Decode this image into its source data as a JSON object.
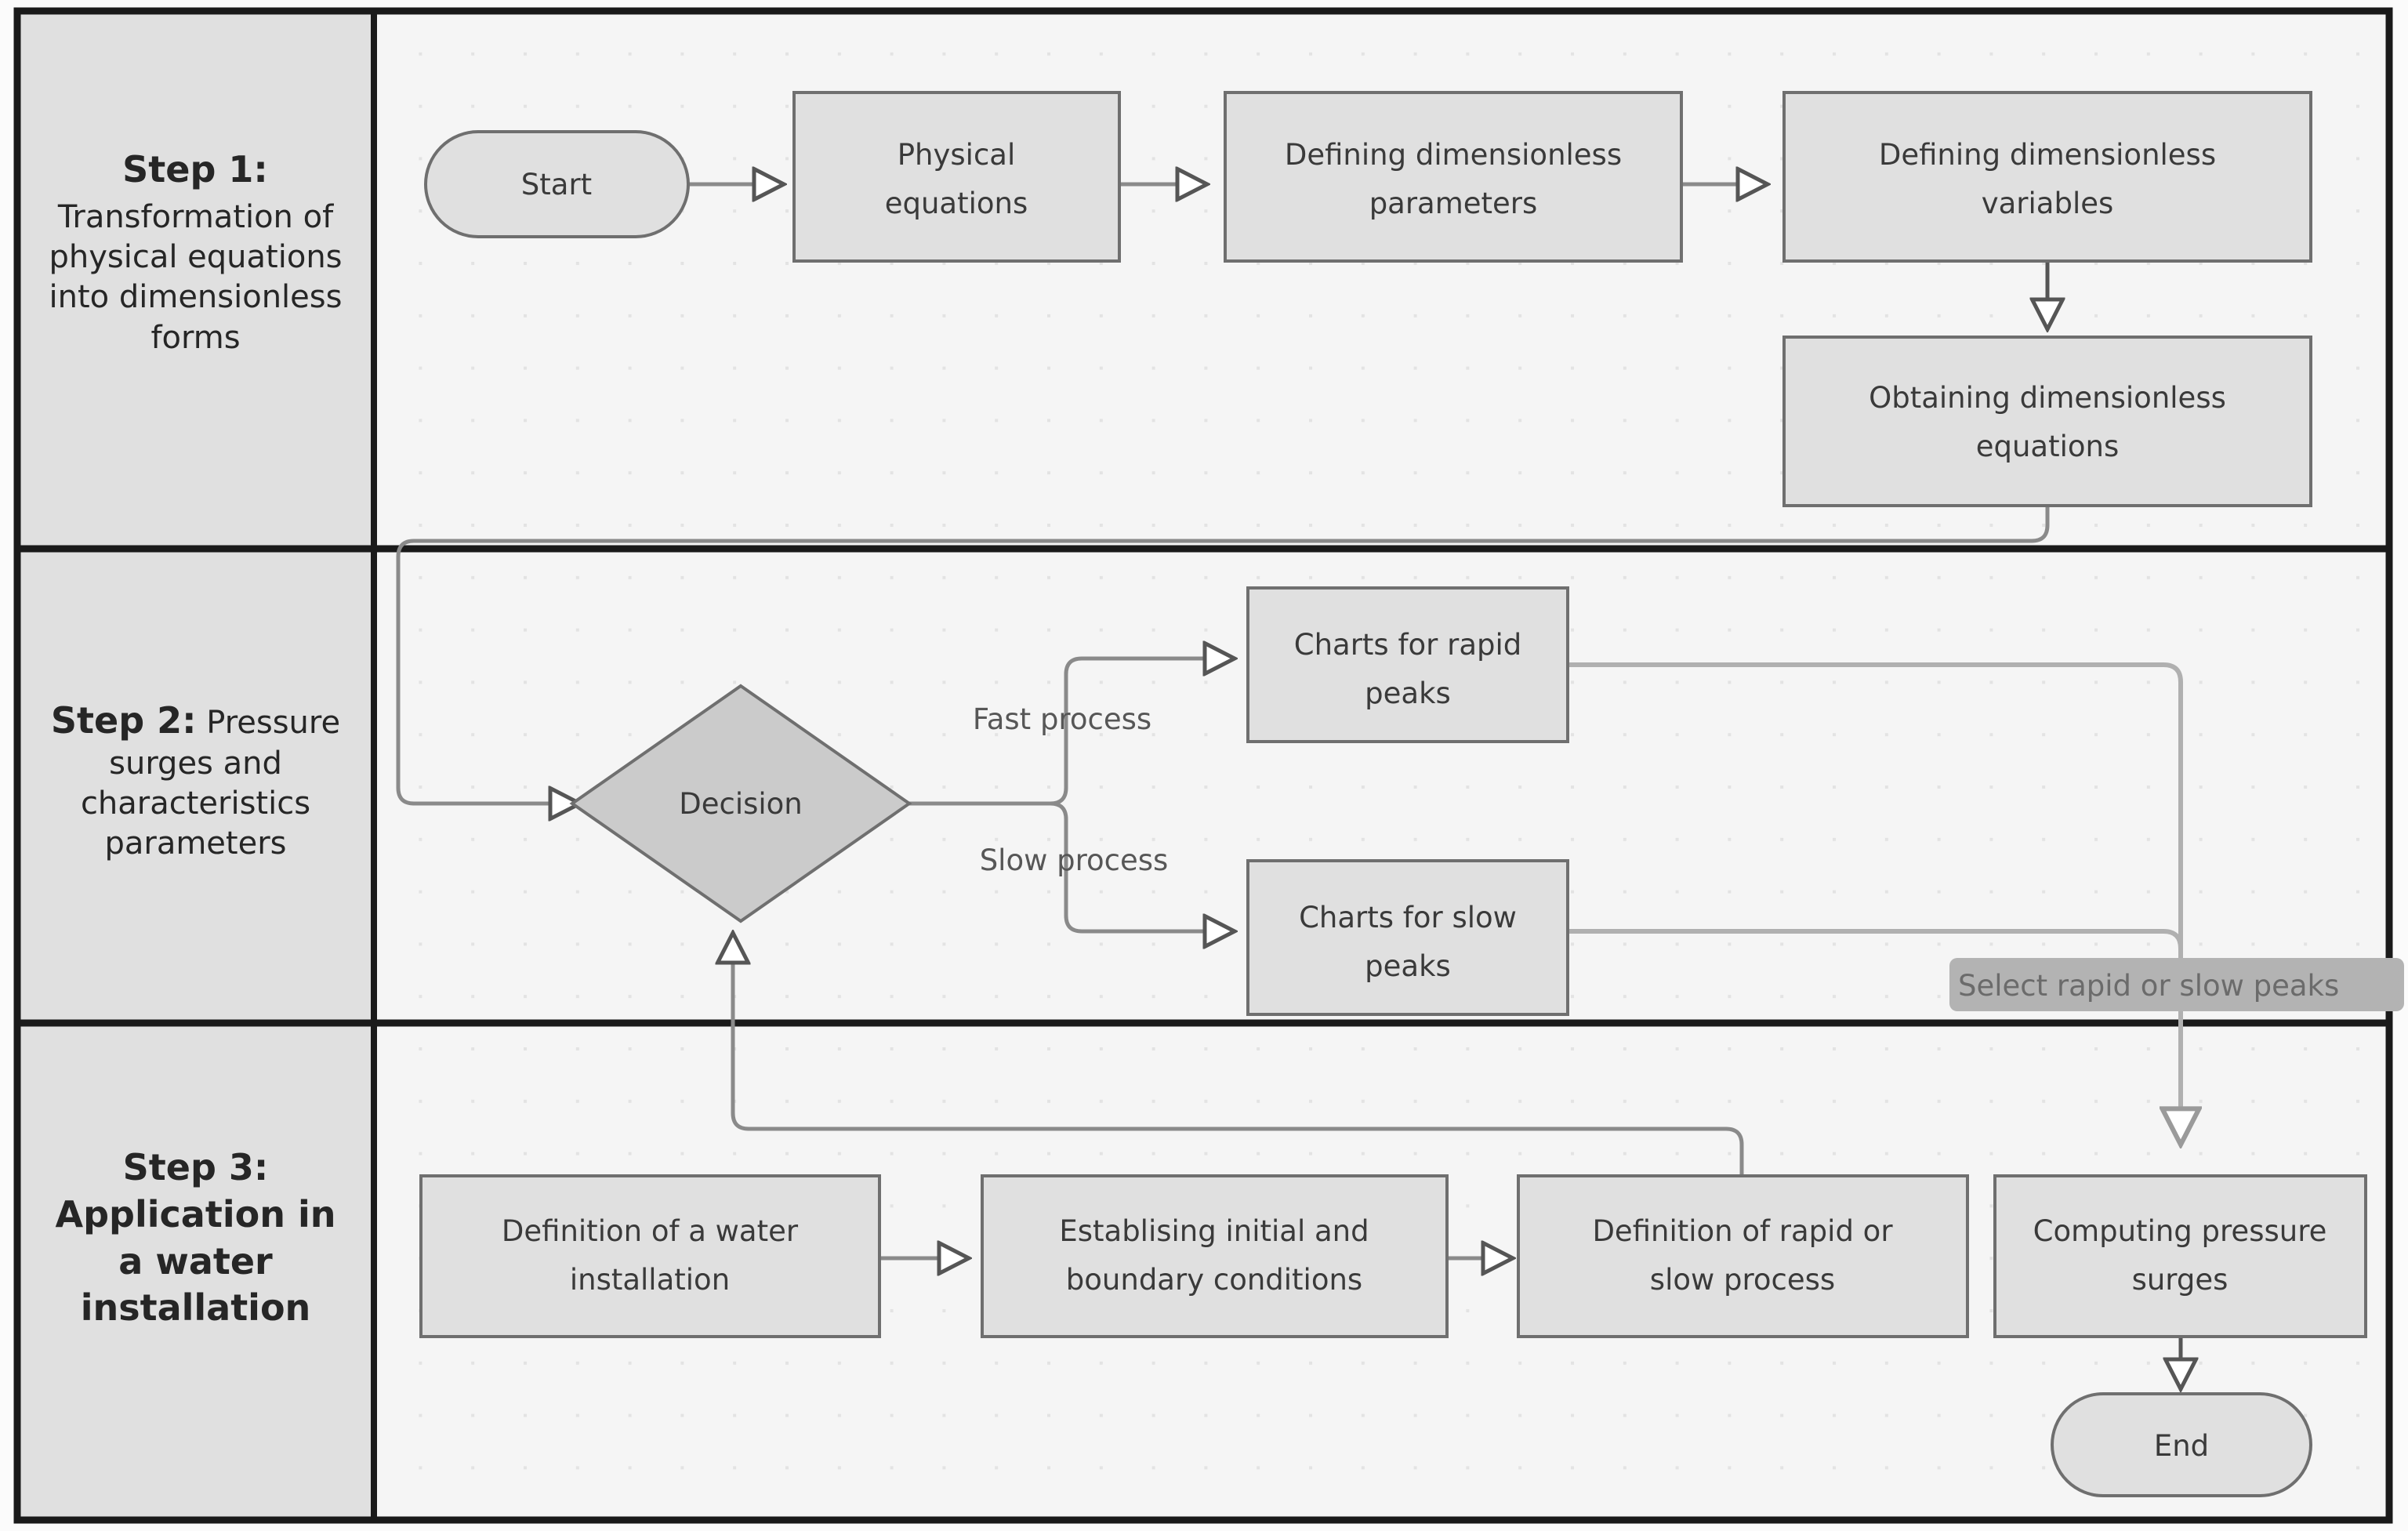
{
  "diagram": {
    "title": "Pressure surge methodology flowchart",
    "background_color": "#f5f5f5",
    "lane_label_bg": "#e0e0e0",
    "node_fill": "#e0e0e0",
    "decision_fill": "#cccccc",
    "node_stroke": "#666666",
    "frame_stroke": "#1a1a1a",
    "connector_color": "#888888",
    "tooltip_bg": "#b3b3b3"
  },
  "lanes": [
    {
      "id": "lane-1",
      "title": "Step 1:",
      "description": "Transformation of physical equations into dimensionless forms"
    },
    {
      "id": "lane-2",
      "title": "Step 2:",
      "description": "Pressure surges and characteristics parameters",
      "inline": true
    },
    {
      "id": "lane-3",
      "title": "Step 3:",
      "description": "Application in a water installation"
    }
  ],
  "nodes": [
    {
      "id": "start",
      "shape": "terminator",
      "lane": 1,
      "lines": [
        "Start"
      ]
    },
    {
      "id": "physical-eq",
      "shape": "process",
      "lane": 1,
      "lines": [
        "Physical",
        "equations"
      ]
    },
    {
      "id": "def-params",
      "shape": "process",
      "lane": 1,
      "lines": [
        "Defining dimensionless",
        "parameters"
      ]
    },
    {
      "id": "def-vars",
      "shape": "process",
      "lane": 1,
      "lines": [
        "Defining dimensionless",
        "variables"
      ]
    },
    {
      "id": "obtain-eq",
      "shape": "process",
      "lane": 1,
      "lines": [
        "Obtaining dimensionless",
        "equations"
      ]
    },
    {
      "id": "decision",
      "shape": "decision",
      "lane": 2,
      "lines": [
        "Decision"
      ]
    },
    {
      "id": "charts-rapid",
      "shape": "process",
      "lane": 2,
      "lines": [
        "Charts for rapid",
        "peaks"
      ]
    },
    {
      "id": "charts-slow",
      "shape": "process",
      "lane": 2,
      "lines": [
        "Charts for slow",
        "peaks"
      ]
    },
    {
      "id": "water-install",
      "shape": "process",
      "lane": 3,
      "lines": [
        "Definition of a water",
        "installation"
      ]
    },
    {
      "id": "initial-boundary",
      "shape": "process",
      "lane": 3,
      "lines": [
        "Establising initial and",
        "boundary conditions"
      ]
    },
    {
      "id": "rapid-slow",
      "shape": "process",
      "lane": 3,
      "lines": [
        "Definition of rapid or",
        "slow process"
      ]
    },
    {
      "id": "compute-surges",
      "shape": "process",
      "lane": 3,
      "lines": [
        "Computing pressure",
        "surges"
      ]
    },
    {
      "id": "end",
      "shape": "terminator",
      "lane": 3,
      "lines": [
        "End"
      ]
    }
  ],
  "edge_labels": [
    {
      "id": "fast-process",
      "text": "Fast process"
    },
    {
      "id": "slow-process",
      "text": "Slow process"
    }
  ],
  "tooltips": [
    {
      "id": "select-peaks",
      "text": "Select rapid or slow peaks"
    }
  ]
}
